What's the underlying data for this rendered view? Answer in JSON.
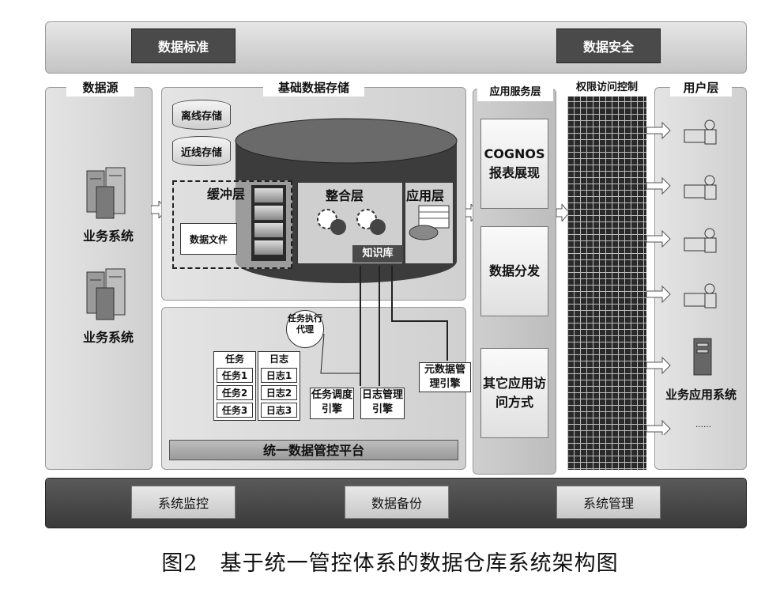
{
  "top_band": {
    "standard": "数据标准",
    "security": "数据安全"
  },
  "source": {
    "title": "数据源",
    "system1": "业务系统",
    "system2": "业务系统"
  },
  "storage": {
    "title": "基础数据存储",
    "offline": "离线存储",
    "nearline": "近线存储",
    "buffer": "缓冲层",
    "datafile": "数据文件",
    "integration": "整合层",
    "app_layer": "应用层",
    "knowledge": "知识库"
  },
  "control": {
    "task_agent": "任务执行代理",
    "task": "任务",
    "tasks": [
      "任务1",
      "任务2",
      "任务3"
    ],
    "log": "日志",
    "logs": [
      "日志1",
      "日志2",
      "日志3"
    ],
    "scheduler": "任务调度引擎",
    "log_engine": "日志管理引擎",
    "metadata": "元数据管理引擎",
    "platform": "统一数据管控平台"
  },
  "service": {
    "title": "应用服务层",
    "cognos": "COGNOS报表展现",
    "distribution": "数据分发",
    "other": "其它应用访问方式"
  },
  "access": {
    "title": "权限访问控制"
  },
  "user": {
    "title": "用户层",
    "app_system": "业务应用系统",
    "more": "……"
  },
  "bottom_band": {
    "monitor": "系统监控",
    "backup": "数据备份",
    "manage": "系统管理"
  },
  "caption": "图2　基于统一管控体系的数据仓库系统架构图"
}
